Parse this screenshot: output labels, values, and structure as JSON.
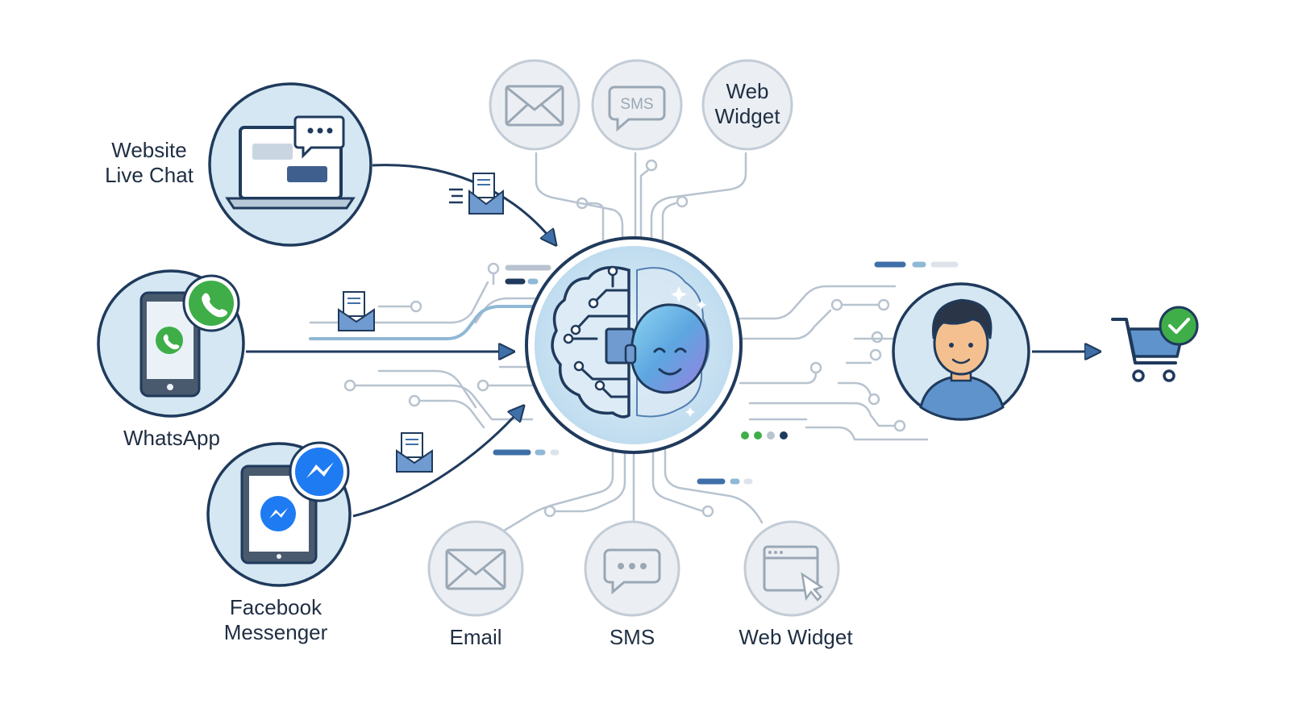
{
  "colors": {
    "navy": "#1f3a5c",
    "blue_light": "#cfe5f1",
    "blue_mid": "#3f6fa8",
    "whatsapp": "#3fae49",
    "messenger": "#1e7bf2",
    "grey_circle": "#dde3ea",
    "grey_line": "#b8c3cf",
    "success": "#3fae49"
  },
  "channels_left": [
    {
      "id": "website-live-chat",
      "label": "Website\nLive Chat",
      "icon": "laptop-chat-icon"
    },
    {
      "id": "whatsapp",
      "label": "WhatsApp",
      "icon": "phone-whatsapp-icon"
    },
    {
      "id": "facebook-messenger",
      "label": "Facebook\nMessenger",
      "icon": "tablet-messenger-icon"
    }
  ],
  "channels_top": [
    {
      "id": "email-top",
      "icon": "envelope-icon"
    },
    {
      "id": "sms-top",
      "icon": "sms-bubble-icon",
      "text": "SMS"
    },
    {
      "id": "web-widget-top",
      "icon": "web-widget-text-icon",
      "text": "Web\nWidget"
    }
  ],
  "channels_bottom": [
    {
      "id": "email",
      "label": "Email",
      "icon": "envelope-icon"
    },
    {
      "id": "sms",
      "label": "SMS",
      "icon": "chat-bubble-icon"
    },
    {
      "id": "web-widget",
      "label": "Web Widget",
      "icon": "browser-cursor-icon"
    }
  ],
  "hub": {
    "icon": "ai-brain-robot-icon"
  },
  "agent": {
    "icon": "customer-avatar-icon"
  },
  "outcome": {
    "icon": "shopping-cart-check-icon"
  }
}
